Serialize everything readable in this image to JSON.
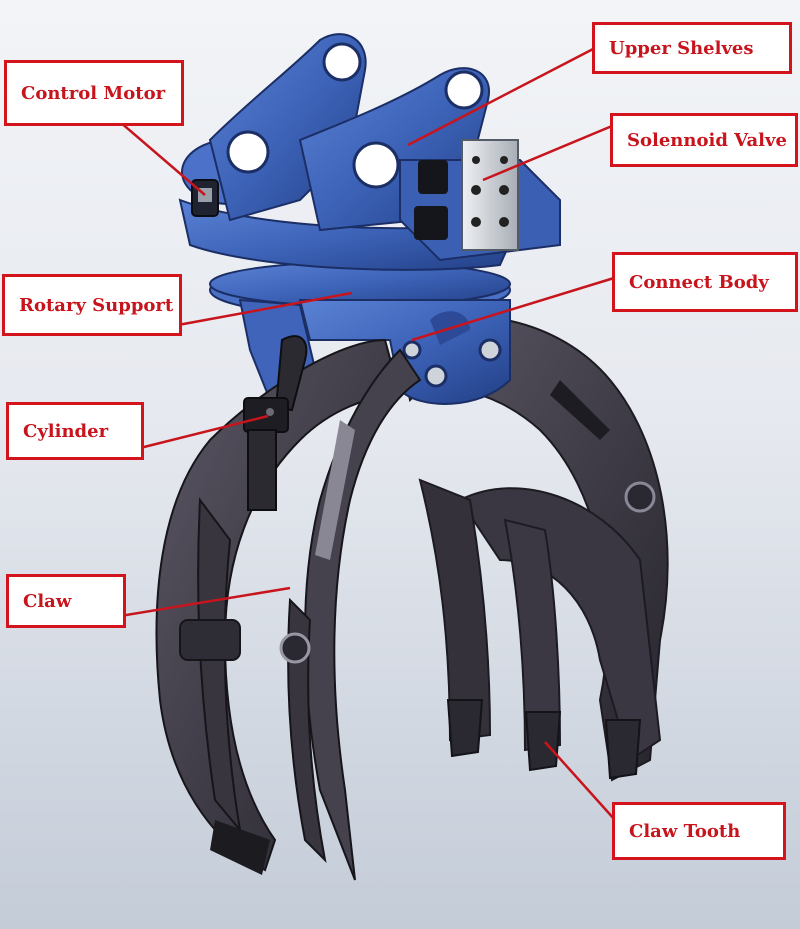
{
  "labels": {
    "control_motor": "Control Motor",
    "upper_shelves": "Upper Shelves",
    "solenoid_valve": "Solennoid Valve",
    "connect_body": "Connect Body",
    "rotary_support": "Rotary Support",
    "cylinder": "Cylinder",
    "claw": "Claw",
    "claw_tooth": "Claw Tooth"
  },
  "colors": {
    "label_border": "#d4141c",
    "label_text": "#c8141c",
    "leader_line": "#c8141c",
    "body_blue": "#3d63b8",
    "body_blue_dark": "#223f86",
    "claw_dark": "#38353f",
    "claw_mid": "#4d4a56",
    "valve_steel": "#d5d9de"
  }
}
